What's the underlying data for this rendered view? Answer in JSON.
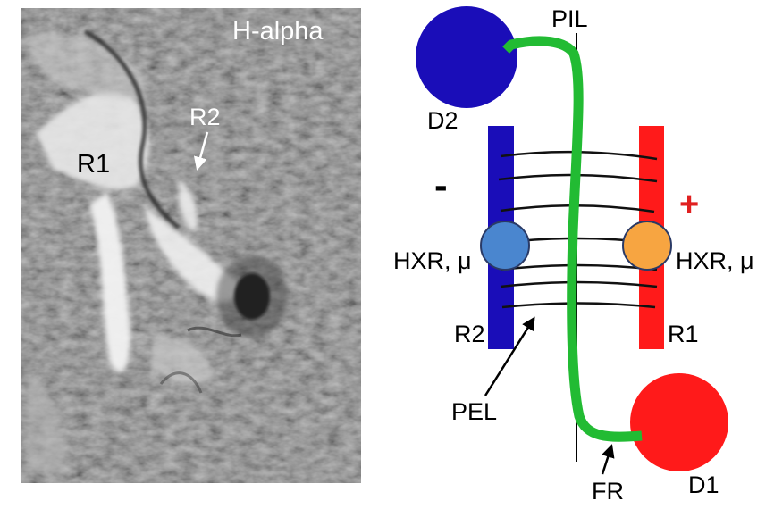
{
  "photo": {
    "caption": "H-alpha",
    "labels": {
      "r1": "R1",
      "r2": "R2"
    }
  },
  "diagram": {
    "labels": {
      "pil": "PIL",
      "d2": "D2",
      "d1": "D1",
      "minus": "-",
      "plus": "+",
      "hxr_left": "HXR, μ",
      "hxr_right": "HXR, μ",
      "r2": "R2",
      "r1": "R1",
      "pel": "PEL",
      "fr": "FR"
    },
    "colors": {
      "negative": "#1a0db8",
      "positive": "#ff1a1a",
      "flux_rope": "#22bb33",
      "hxr_left": "#4a86cf",
      "hxr_right": "#f7a541",
      "plus_sign": "#e02020"
    }
  }
}
